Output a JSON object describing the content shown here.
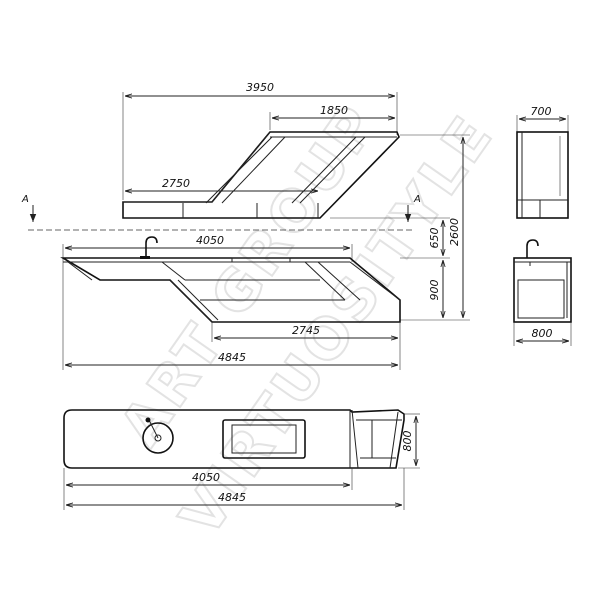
{
  "watermark": {
    "line1": "ART GROUP",
    "line2": "VIRTUOSITYLE"
  },
  "section_marks": {
    "left": "A",
    "right": "A"
  },
  "dimensions": {
    "top_overall": "3950",
    "top_upper": "1850",
    "top_lower": "2750",
    "height_total": "2600",
    "height_upper": "650",
    "height_lower": "900",
    "front_top": "4050",
    "front_bottom": "2745",
    "front_overall": "4845",
    "side_top": "700",
    "side_bottom": "800",
    "plan_depth": "800",
    "plan_inner": "4050",
    "plan_overall": "4845"
  }
}
